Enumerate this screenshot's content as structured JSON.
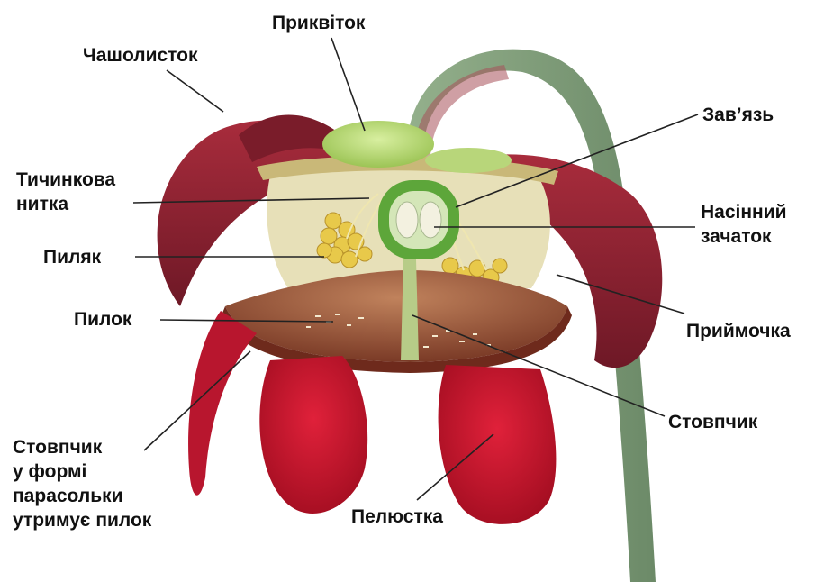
{
  "labels": {
    "bract": "Приквіток",
    "sepal": "Чашолисток",
    "ovary": "Зав’язь",
    "filament": "Тичинкова\nнитка",
    "ovule": "Насінний\nзачаток",
    "anther": "Пиляк",
    "pollen": "Пилок",
    "stigma": "Приймочка",
    "style": "Стовпчик",
    "umbrella_style": "Стовпчик\nу формі\nпарасольки\nутримує пилок",
    "petal": "Пелюстка"
  },
  "colors": {
    "petal_red": "#c4102a",
    "sepal_maroon": "#8a1f2c",
    "bract_green": "#b9dc72",
    "stem_green": "#7fa07a",
    "anther_yellow": "#e8c94a",
    "umbrella_brown": "#9a5a3a",
    "leader_line": "#222222"
  }
}
